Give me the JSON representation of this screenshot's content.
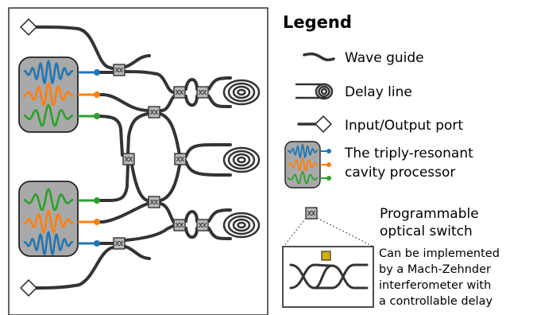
{
  "legend": {
    "title": "Legend",
    "waveguide": "Wave guide",
    "delay_line": "Delay line",
    "io_port": "Input/Output port",
    "processor_line1": "The triply-resonant",
    "processor_line2": "cavity processor",
    "switch_line1": "Programmable",
    "switch_line2": "optical switch",
    "mzi_line1": "Can be implemented",
    "mzi_line2": "by a Mach-Zehnder",
    "mzi_line3": "interferometer with",
    "mzi_line4": "a controllable delay"
  },
  "colors": {
    "waveguide": "#333333",
    "switch_fill": "#b8b8b8",
    "processor_fill": "#a9a9a9",
    "mode_blue": "#1f77b4",
    "mode_orange": "#ff7f0e",
    "mode_green": "#2ca02c",
    "delay_element": "#d4b106"
  }
}
